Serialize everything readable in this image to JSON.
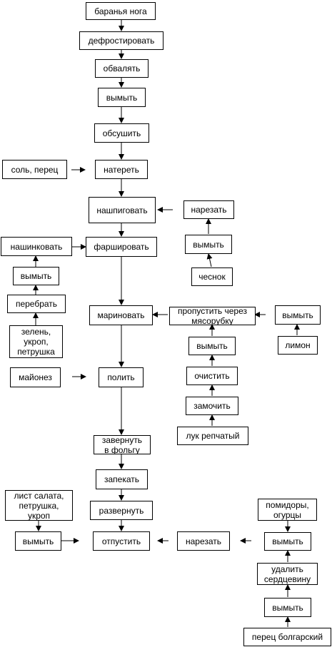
{
  "nodes": {
    "baranya_noga": "баранья нога",
    "defrostirovat": "дефростировать",
    "obvalyat": "обвалять",
    "vymyt_1": "вымыть",
    "obsushit": "обсушить",
    "sol_perets": "соль, перец",
    "naterety": "натереть",
    "nashpigovat": "нашпиговать",
    "narezat_1": "нарезать",
    "vymyt_2": "вымыть",
    "chesnok": "чеснок",
    "nashinkovat": "нашинковать",
    "farshirovat": "фаршировать",
    "vymyt_3": "вымыть",
    "perebrat": "перебрать",
    "zelen": "зелень,\nукроп,\nпетрушка",
    "marinovat": "мариновать",
    "propustit": "пропустить через\nмясорубку",
    "vymyt_4": "вымыть",
    "limon": "лимон",
    "vymyt_5": "вымыть",
    "mayonez": "майонез",
    "polit": "полить",
    "ochistit": "очистить",
    "zamochit": "замочить",
    "luk": "лук репчатый",
    "zavernut": "завернуть\nв фольгу",
    "zapekat": "запекать",
    "list_salata": "лист салата,\nпетрушка,\nукроп",
    "razvernut": "развернуть",
    "pomidory": "помидоры,\nогурцы",
    "vymyt_6": "вымыть",
    "otpustit": "отпустить",
    "narezat_2": "нарезать",
    "vymyt_7": "вымыть",
    "udalit": "удалить\nсердцевину",
    "vymyt_8": "вымыть",
    "perets": "перец болгарский"
  }
}
